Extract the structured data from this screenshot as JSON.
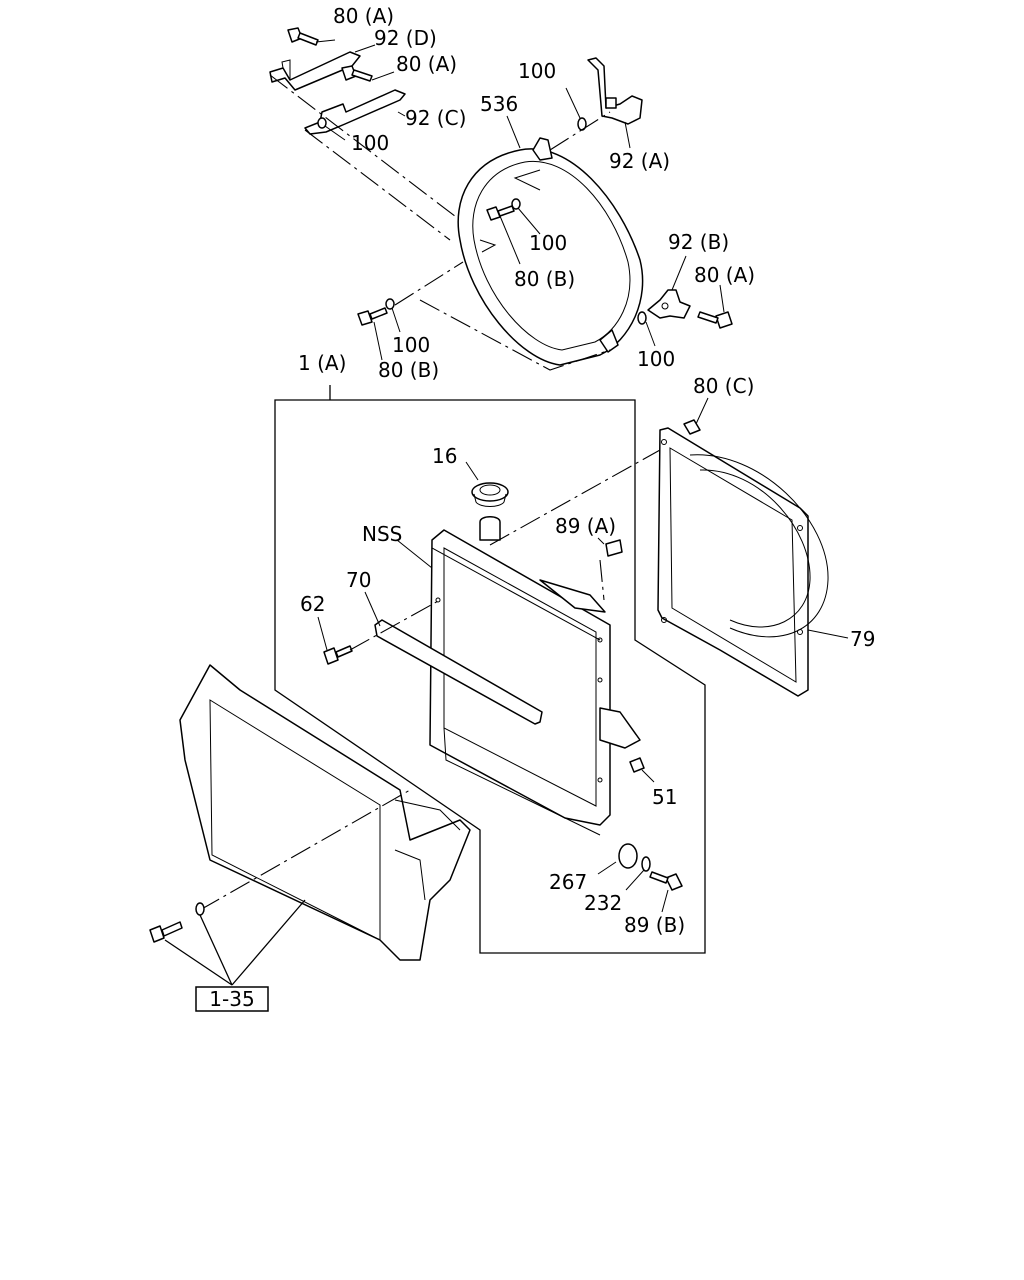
{
  "labels": {
    "l80a_top": "80 (A)",
    "l92d": "92 (D)",
    "l80a_mid": "80 (A)",
    "l92c": "92 (C)",
    "l100_topleft": "100",
    "l100_top": "100",
    "l536": "536",
    "l92a": "92 (A)",
    "l100_center": "100",
    "l80b_center": "80 (B)",
    "l92b": "92 (B)",
    "l80a_right": "80 (A)",
    "l100_left": "100",
    "l80b_left": "80 (B)",
    "l100_right": "100",
    "l1a": "1 (A)",
    "l80c": "80 (C)",
    "l16": "16",
    "lnss": "NSS",
    "l89a": "89 (A)",
    "l70": "70",
    "l62": "62",
    "l79": "79",
    "l51": "51",
    "l267": "267",
    "l232": "232",
    "l89b": "89 (B)"
  },
  "ref_box": {
    "text": "1-35"
  }
}
